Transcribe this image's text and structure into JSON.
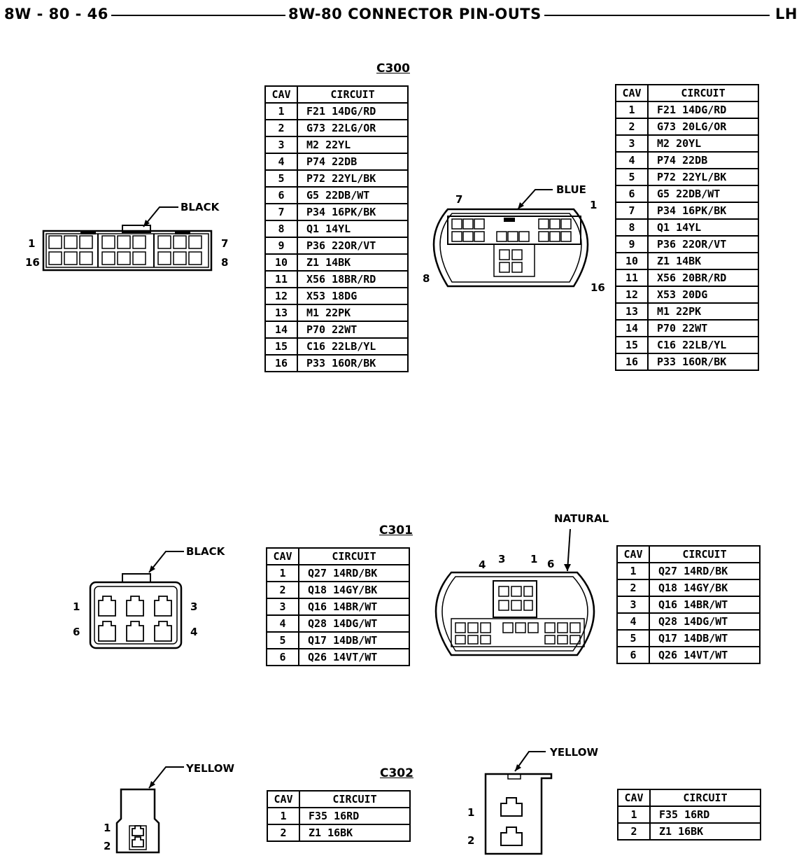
{
  "header": {
    "page_ref": "8W - 80 - 46",
    "title": "8W-80 CONNECTOR PIN-OUTS",
    "side": "LH"
  },
  "connectors": {
    "c300": {
      "title": "C300",
      "headers": [
        "CAV",
        "CIRCUIT"
      ],
      "left": {
        "color": "BLACK",
        "pins": {
          "p1": "1",
          "p7": "7",
          "p16": "16",
          "p8": "8"
        },
        "rows": [
          [
            "1",
            "F21 14DG/RD"
          ],
          [
            "2",
            "G73 22LG/OR"
          ],
          [
            "3",
            "M2 22YL"
          ],
          [
            "4",
            "P74 22DB"
          ],
          [
            "5",
            "P72 22YL/BK"
          ],
          [
            "6",
            "G5 22DB/WT"
          ],
          [
            "7",
            "P34 16PK/BK"
          ],
          [
            "8",
            "Q1 14YL"
          ],
          [
            "9",
            "P36 22OR/VT"
          ],
          [
            "10",
            "Z1 14BK"
          ],
          [
            "11",
            "X56 18BR/RD"
          ],
          [
            "12",
            "X53 18DG"
          ],
          [
            "13",
            "M1 22PK"
          ],
          [
            "14",
            "P70 22WT"
          ],
          [
            "15",
            "C16 22LB/YL"
          ],
          [
            "16",
            "P33 16OR/BK"
          ]
        ]
      },
      "right": {
        "color": "BLUE",
        "pins": {
          "p7": "7",
          "p1": "1",
          "p8": "8",
          "p16": "16"
        },
        "rows": [
          [
            "1",
            "F21 14DG/RD"
          ],
          [
            "2",
            "G73 20LG/OR"
          ],
          [
            "3",
            "M2 20YL"
          ],
          [
            "4",
            "P74 22DB"
          ],
          [
            "5",
            "P72 22YL/BK"
          ],
          [
            "6",
            "G5 22DB/WT"
          ],
          [
            "7",
            "P34 16PK/BK"
          ],
          [
            "8",
            "Q1 14YL"
          ],
          [
            "9",
            "P36 22OR/VT"
          ],
          [
            "10",
            "Z1 14BK"
          ],
          [
            "11",
            "X56 20BR/RD"
          ],
          [
            "12",
            "X53 20DG"
          ],
          [
            "13",
            "M1 22PK"
          ],
          [
            "14",
            "P70 22WT"
          ],
          [
            "15",
            "C16 22LB/YL"
          ],
          [
            "16",
            "P33 16OR/BK"
          ]
        ]
      }
    },
    "c301": {
      "title": "C301",
      "headers": [
        "CAV",
        "CIRCUIT"
      ],
      "left": {
        "color": "BLACK",
        "pins": {
          "p1": "1",
          "p3": "3",
          "p6": "6",
          "p4": "4"
        },
        "rows": [
          [
            "1",
            "Q27 14RD/BK"
          ],
          [
            "2",
            "Q18 14GY/BK"
          ],
          [
            "3",
            "Q16 14BR/WT"
          ],
          [
            "4",
            "Q28 14DG/WT"
          ],
          [
            "5",
            "Q17 14DB/WT"
          ],
          [
            "6",
            "Q26 14VT/WT"
          ]
        ]
      },
      "right": {
        "color": "NATURAL",
        "pins": {
          "p4": "4",
          "p3": "3",
          "p1": "1",
          "p6": "6"
        },
        "rows": [
          [
            "1",
            "Q27 14RD/BK"
          ],
          [
            "2",
            "Q18 14GY/BK"
          ],
          [
            "3",
            "Q16 14BR/WT"
          ],
          [
            "4",
            "Q28 14DG/WT"
          ],
          [
            "5",
            "Q17 14DB/WT"
          ],
          [
            "6",
            "Q26 14VT/WT"
          ]
        ]
      }
    },
    "c302": {
      "title": "C302",
      "headers": [
        "CAV",
        "CIRCUIT"
      ],
      "left": {
        "color": "YELLOW",
        "pins": {
          "p1": "1",
          "p2": "2"
        },
        "rows": [
          [
            "1",
            "F35 16RD"
          ],
          [
            "2",
            "Z1 16BK"
          ]
        ]
      },
      "right": {
        "color": "YELLOW",
        "pins": {
          "p1": "1",
          "p2": "2"
        },
        "rows": [
          [
            "1",
            "F35 16RD"
          ],
          [
            "2",
            "Z1 16BK"
          ]
        ]
      }
    }
  }
}
